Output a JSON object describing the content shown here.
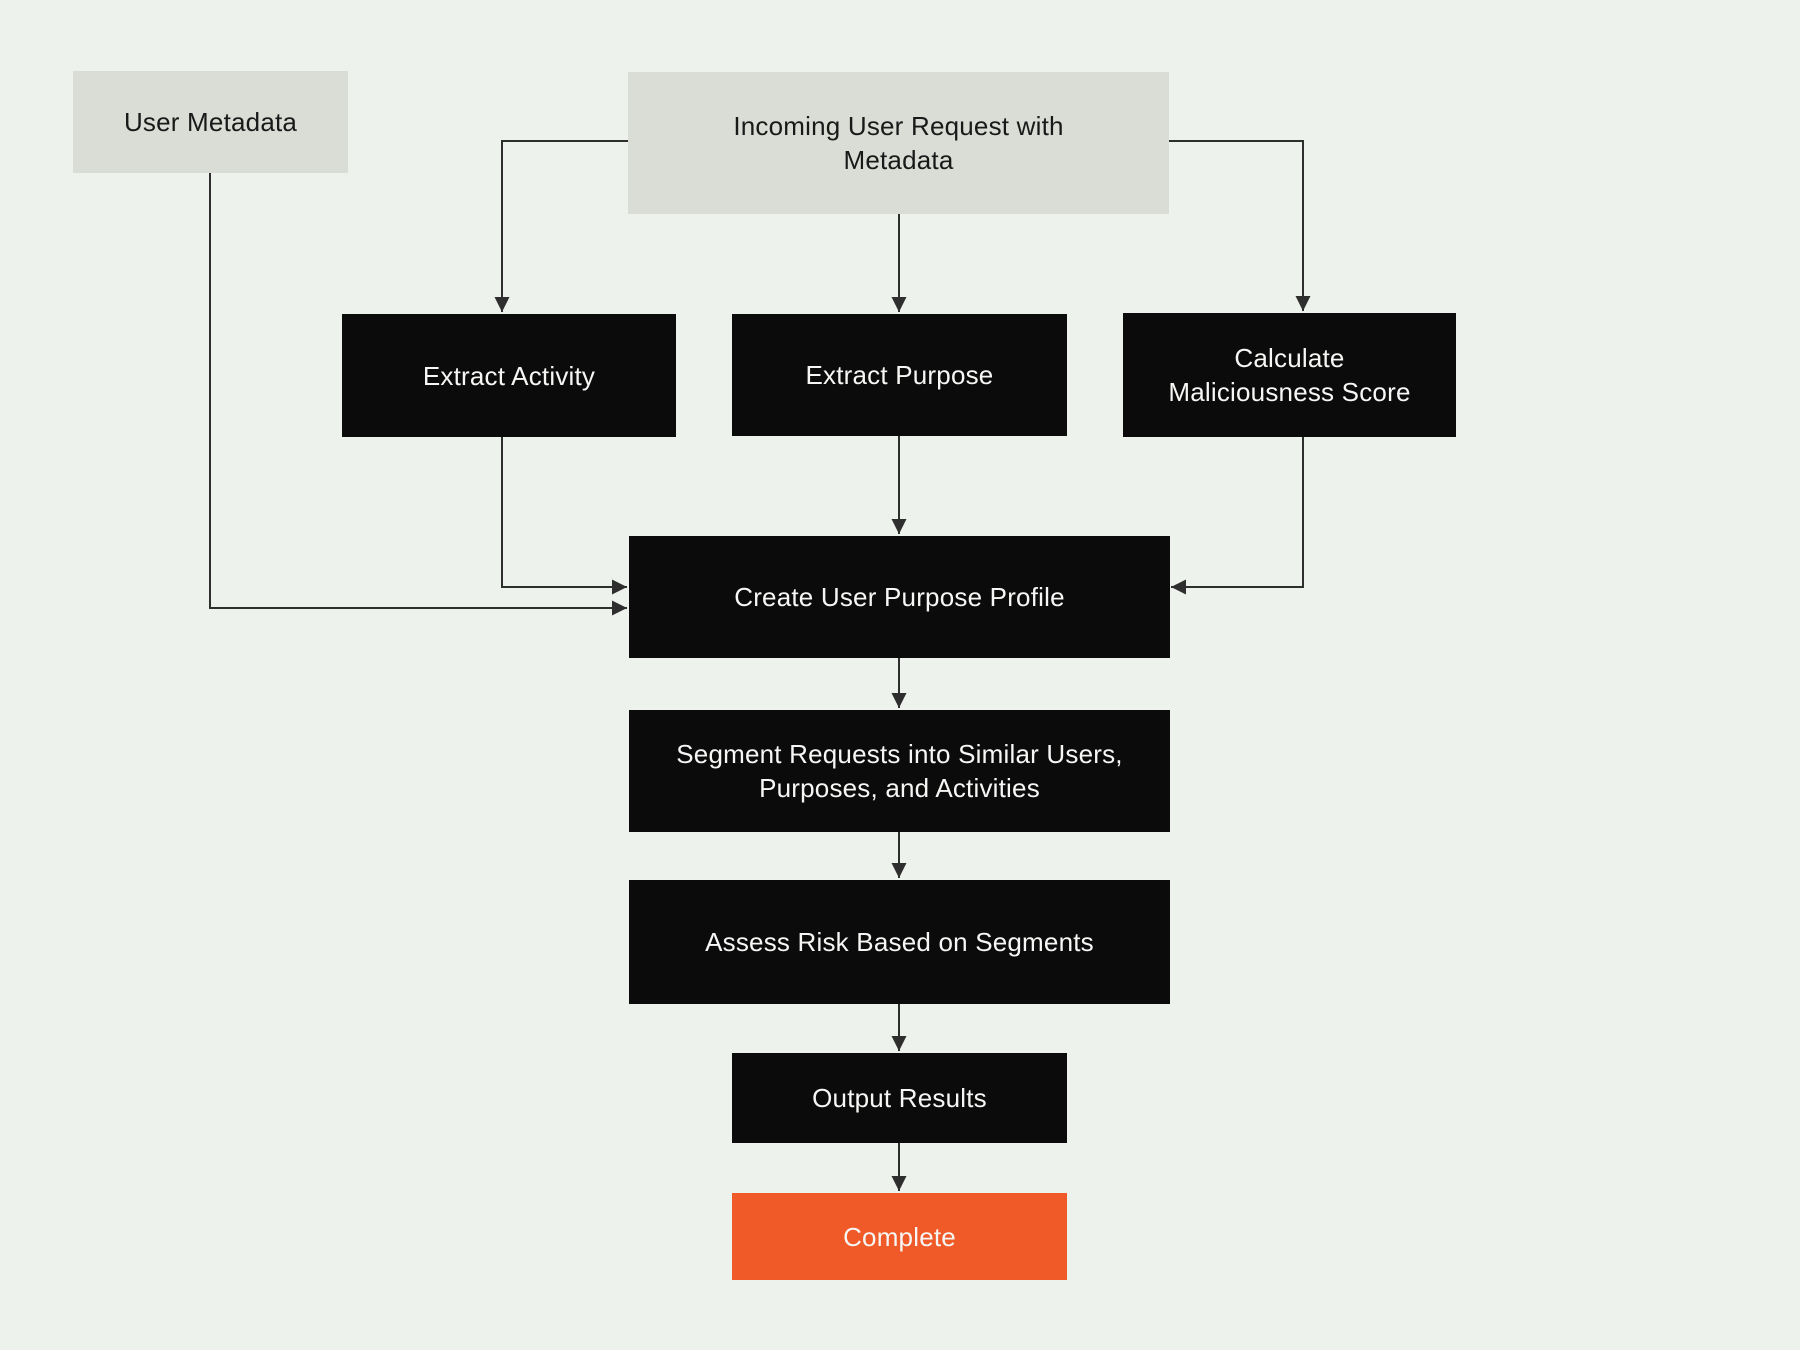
{
  "diagram": {
    "description": "Flowchart of user request risk assessment pipeline"
  },
  "colors": {
    "background": "#eef2ec",
    "input_node_fill": "#d9ddd5",
    "process_node_fill": "#0b0b0b",
    "terminal_node_fill": "#f05a28",
    "dark_text": "#191919",
    "light_text": "#f6f6f4",
    "connector": "#2e2e2e"
  },
  "nodes": {
    "user_metadata": {
      "label": "User Metadata",
      "kind": "input"
    },
    "incoming_request": {
      "label": "Incoming User Request with\nMetadata",
      "kind": "input"
    },
    "extract_activity": {
      "label": "Extract Activity",
      "kind": "process"
    },
    "extract_purpose": {
      "label": "Extract Purpose",
      "kind": "process"
    },
    "calculate_maliciousness": {
      "label": "Calculate\nMaliciousness Score",
      "kind": "process"
    },
    "create_profile": {
      "label": "Create User Purpose Profile",
      "kind": "process"
    },
    "segment_requests": {
      "label": "Segment Requests into Similar Users,\nPurposes, and Activities",
      "kind": "process"
    },
    "assess_risk": {
      "label": "Assess Risk Based on Segments",
      "kind": "process"
    },
    "output_results": {
      "label": "Output Results",
      "kind": "process"
    },
    "complete": {
      "label": "Complete",
      "kind": "terminal"
    }
  },
  "edges": [
    {
      "from": "incoming_request",
      "to": "extract_activity"
    },
    {
      "from": "incoming_request",
      "to": "extract_purpose"
    },
    {
      "from": "incoming_request",
      "to": "calculate_maliciousness"
    },
    {
      "from": "user_metadata",
      "to": "create_profile"
    },
    {
      "from": "extract_activity",
      "to": "create_profile"
    },
    {
      "from": "extract_purpose",
      "to": "create_profile"
    },
    {
      "from": "calculate_maliciousness",
      "to": "create_profile"
    },
    {
      "from": "create_profile",
      "to": "segment_requests"
    },
    {
      "from": "segment_requests",
      "to": "assess_risk"
    },
    {
      "from": "assess_risk",
      "to": "output_results"
    },
    {
      "from": "output_results",
      "to": "complete"
    }
  ]
}
